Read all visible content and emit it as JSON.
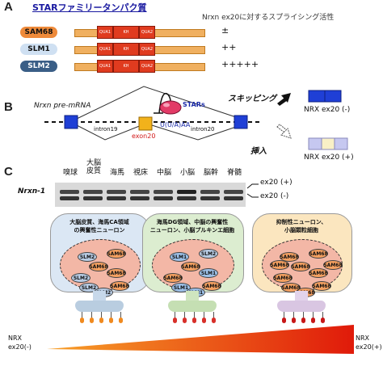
{
  "panels": {
    "a": "A",
    "b": "B",
    "c": "C"
  },
  "panel_a": {
    "title": "STARファミリータンパク質",
    "header": "Nrxn ex20に対するスプライシング活性",
    "domains": [
      "QUA1",
      "KH",
      "QUA2"
    ],
    "proteins": [
      {
        "name": "SAM68",
        "activity": "±",
        "color": "#ee8a3a"
      },
      {
        "name": "SLM1",
        "activity": "++",
        "color": "#cfe0f2"
      },
      {
        "name": "SLM2",
        "activity": "+++++",
        "color": "#3a5e86"
      }
    ]
  },
  "panel_b": {
    "pre_mrna": "Nrxn pre-mRNA",
    "intron19": "intron19",
    "intron20": "intron20",
    "exon20": "exon20",
    "stars": "STARs",
    "motif": "U(U/A)AA",
    "skipping": "スキッピング",
    "insertion": "挿入",
    "nrx_minus": "NRX ex20 (-)",
    "nrx_plus": "NRX ex20 (+)"
  },
  "panel_c": {
    "gene": "Nrxn-1",
    "tissues": [
      "嗅球",
      "大脳\n皮質",
      "海馬",
      "視床",
      "中脳",
      "小脳",
      "脳幹",
      "脊髄"
    ],
    "band_plus": "ex20 (+)",
    "band_minus": "ex20 (-)"
  },
  "cells": [
    {
      "label": "大脳皮質、海馬CA領域\nの興奮性ニューロン",
      "bg": "#dbe7f4",
      "terminal": "#b9cde0",
      "stem": "#c7d8ea",
      "blobs": [
        "SLM2",
        "SAM68",
        "SLM2",
        "SAM68",
        "SAM68",
        "SLM2",
        "SAM68",
        "SLM2"
      ]
    },
    {
      "label": "海馬DG領域、中脳の興奮性\nニューロン、小脳プルキンエ細胞",
      "bg": "#dcedd0",
      "terminal": "#c5dfb3",
      "stem": "#cfe5bf",
      "blobs": [
        "SLM1",
        "SLM2",
        "SAM68",
        "SLM1",
        "SAM68",
        "SLM1",
        "SAM68",
        "SLM1"
      ]
    },
    {
      "label": "抑制性ニューロン、\n小脳顆粒細胞",
      "bg": "#fbe6bf",
      "terminal": "#d9c6e2",
      "stem": "#e2d3ea",
      "blobs": [
        "SAM68",
        "SAM68",
        "SAM68",
        "SAM68",
        "SAM68",
        "SAM68",
        "SAM68",
        "SAM68",
        "SAM68",
        "SAM68"
      ]
    }
  ],
  "gradient": {
    "left": "NRX\nex20(-)",
    "right": "NRX\nex20(+)"
  },
  "colors": {
    "blue_exon": "#1f3fd6",
    "yellow_exon": "#f2b21b",
    "stars": "#e23a66"
  }
}
